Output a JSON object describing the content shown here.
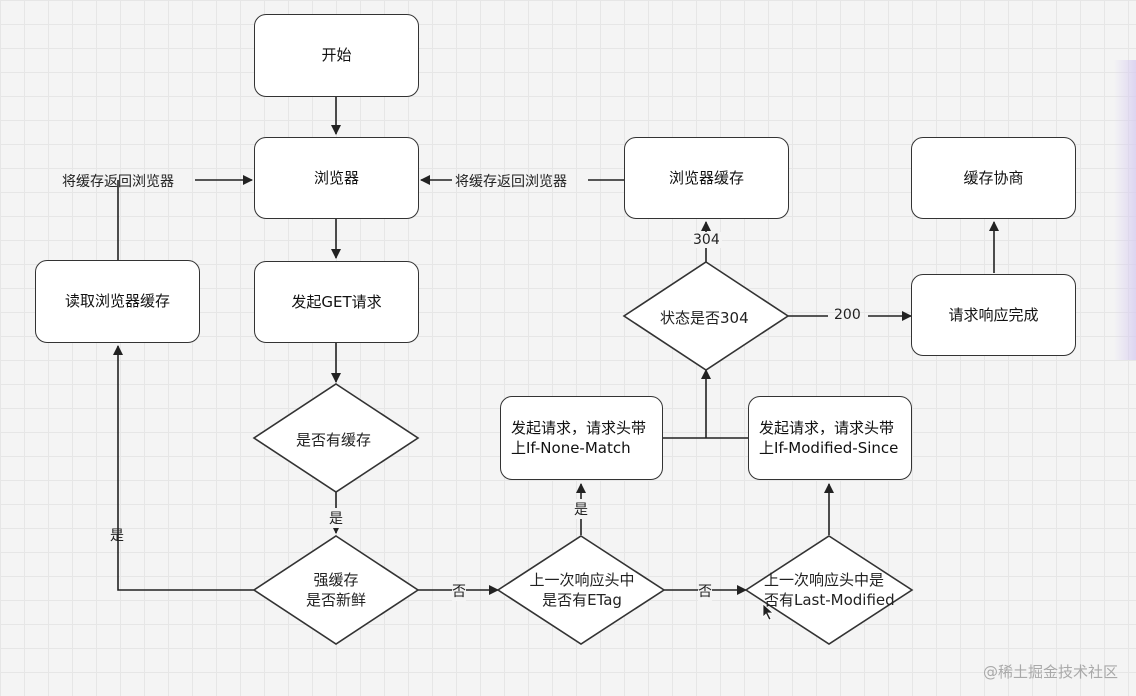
{
  "nodes": {
    "start": "开始",
    "browser": "浏览器",
    "send_get": "发起GET请求",
    "read_cache": "读取浏览器缓存",
    "has_cache": "是否有缓存",
    "strong_cache_line1": "强缓存",
    "strong_cache_line2": "是否新鲜",
    "etag_q_line1": "上一次响应头中",
    "etag_q_line2": "是否有ETag",
    "lastmod_q_line1": "上一次响应头中是",
    "lastmod_q_line2": "否有Last-Modified",
    "req_none_match_line1": "发起请求，请求头带",
    "req_none_match_line2": "上If-None-Match",
    "req_modified_since_line1": "发起请求，请求头带",
    "req_modified_since_line2": "上If-Modified-Since",
    "status_304_q": "状态是否304",
    "browser_cache": "浏览器缓存",
    "response_complete": "请求响应完成",
    "cache_negotiation": "缓存协商"
  },
  "edges": {
    "return_cache_left": "将缓存返回浏览器",
    "return_cache_right": "将缓存返回浏览器",
    "yes_fresh": "是",
    "yes_has_cache": "是",
    "no_fresh": "否",
    "no_etag": "否",
    "yes_etag": "是",
    "code_304": "304",
    "code_200": "200"
  },
  "watermark": "@稀土掘金技术社区",
  "colors": {
    "stroke": "#333333",
    "fill": "#ffffff",
    "background": "#f4f4f4"
  }
}
